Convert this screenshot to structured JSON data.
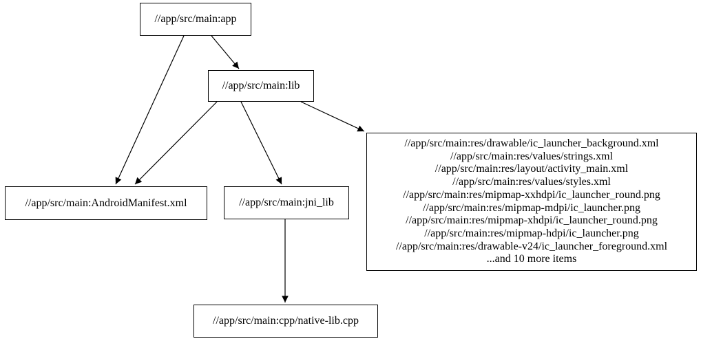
{
  "diagram": {
    "kind": "dependency-graph",
    "colors": {
      "background": "#ffffff",
      "node_fill": "#ffffff",
      "node_border": "#000000",
      "edge": "#000000",
      "text": "#000000"
    },
    "nodes": {
      "app": {
        "label": "//app/src/main:app"
      },
      "lib": {
        "label": "//app/src/main:lib"
      },
      "manifest": {
        "label": "//app/src/main:AndroidManifest.xml"
      },
      "jni_lib": {
        "label": "//app/src/main:jni_lib"
      },
      "native": {
        "label": "//app/src/main:cpp/native-lib.cpp"
      },
      "res": {
        "lines": [
          "//app/src/main:res/drawable/ic_launcher_background.xml",
          "//app/src/main:res/values/strings.xml",
          "//app/src/main:res/layout/activity_main.xml",
          "//app/src/main:res/values/styles.xml",
          "//app/src/main:res/mipmap-xxhdpi/ic_launcher_round.png",
          "//app/src/main:res/mipmap-mdpi/ic_launcher.png",
          "//app/src/main:res/mipmap-xhdpi/ic_launcher_round.png",
          "//app/src/main:res/mipmap-hdpi/ic_launcher.png",
          "//app/src/main:res/drawable-v24/ic_launcher_foreground.xml",
          "...and 10 more items"
        ]
      }
    },
    "edges": [
      {
        "from": "app",
        "to": "manifest"
      },
      {
        "from": "app",
        "to": "lib"
      },
      {
        "from": "lib",
        "to": "manifest"
      },
      {
        "from": "lib",
        "to": "jni_lib"
      },
      {
        "from": "lib",
        "to": "res"
      },
      {
        "from": "jni_lib",
        "to": "native"
      }
    ]
  }
}
